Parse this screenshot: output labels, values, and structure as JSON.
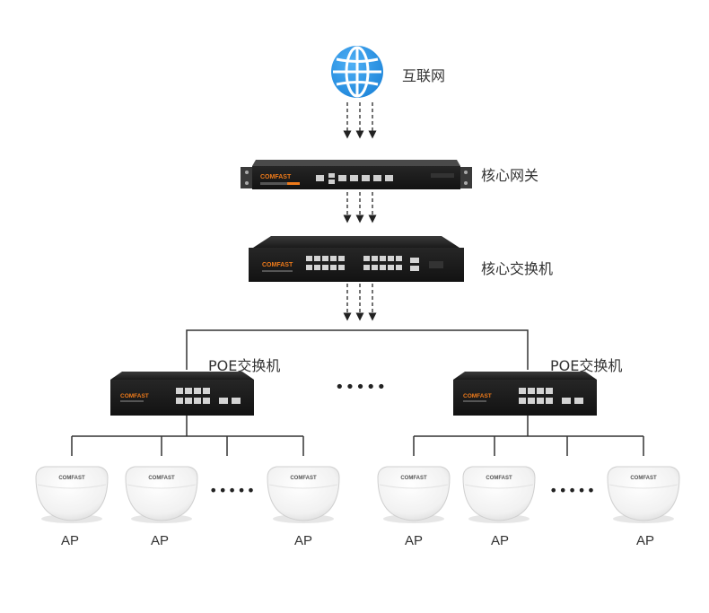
{
  "nodes": {
    "internet": {
      "label": "互联网",
      "icon": "globe-icon"
    },
    "core_gateway": {
      "label": "核心网关",
      "brand": "COMFAST"
    },
    "core_switch": {
      "label": "核心交换机",
      "brand": "COMFAST"
    },
    "poe_switch_left": {
      "label": "POE交换机",
      "brand": "COMFAST"
    },
    "poe_switch_right": {
      "label": "POE交换机",
      "brand": "COMFAST"
    },
    "ellipsis_switches": "•••••",
    "ap_brand": "COMFAST",
    "ap_ellipsis": "•••••",
    "aps": [
      {
        "label": "AP"
      },
      {
        "label": "AP"
      },
      {
        "label": "AP"
      },
      {
        "label": "AP"
      },
      {
        "label": "AP"
      },
      {
        "label": "AP"
      }
    ]
  },
  "colors": {
    "line": "#333333",
    "accent": "#ee7a1a",
    "globe": "#2a93e6",
    "device": "#1c1c1c"
  }
}
